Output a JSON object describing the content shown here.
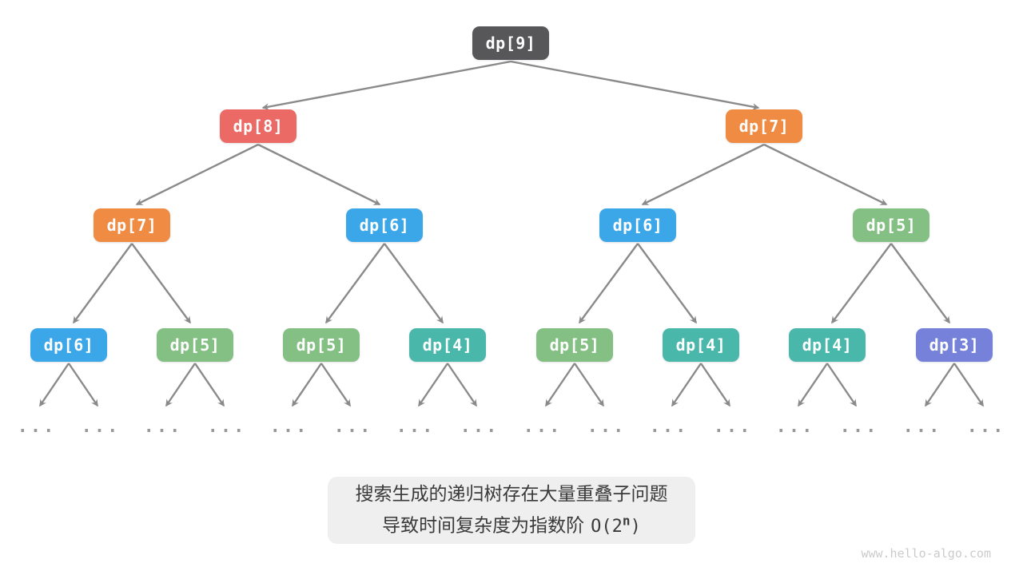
{
  "nodes": [
    {
      "label": "dp[9]",
      "color": "#57575a"
    },
    {
      "label": "dp[8]",
      "color": "#eb6a66"
    },
    {
      "label": "dp[7]",
      "color": "#f08b44"
    },
    {
      "label": "dp[7]",
      "color": "#f08b44"
    },
    {
      "label": "dp[6]",
      "color": "#3ca7e8"
    },
    {
      "label": "dp[6]",
      "color": "#3ca7e8"
    },
    {
      "label": "dp[5]",
      "color": "#84bf84"
    },
    {
      "label": "dp[6]",
      "color": "#3ca7e8"
    },
    {
      "label": "dp[5]",
      "color": "#84bf84"
    },
    {
      "label": "dp[5]",
      "color": "#84bf84"
    },
    {
      "label": "dp[4]",
      "color": "#49b8ab"
    },
    {
      "label": "dp[5]",
      "color": "#84bf84"
    },
    {
      "label": "dp[4]",
      "color": "#49b8ab"
    },
    {
      "label": "dp[4]",
      "color": "#49b8ab"
    },
    {
      "label": "dp[3]",
      "color": "#7682da"
    }
  ],
  "ellipsis": "...",
  "caption": {
    "line1": "搜索生成的递归树存在大量重叠子问题",
    "line2_text": "导致时间复杂度为指数阶",
    "formula_open": "O(2",
    "formula_sup": "n",
    "formula_close": ")"
  },
  "watermark": "www.hello-algo.com",
  "colors": {
    "arrow": "#8a8a8a",
    "caption_bg": "#efefef",
    "caption_text": "#3a3a3a"
  }
}
